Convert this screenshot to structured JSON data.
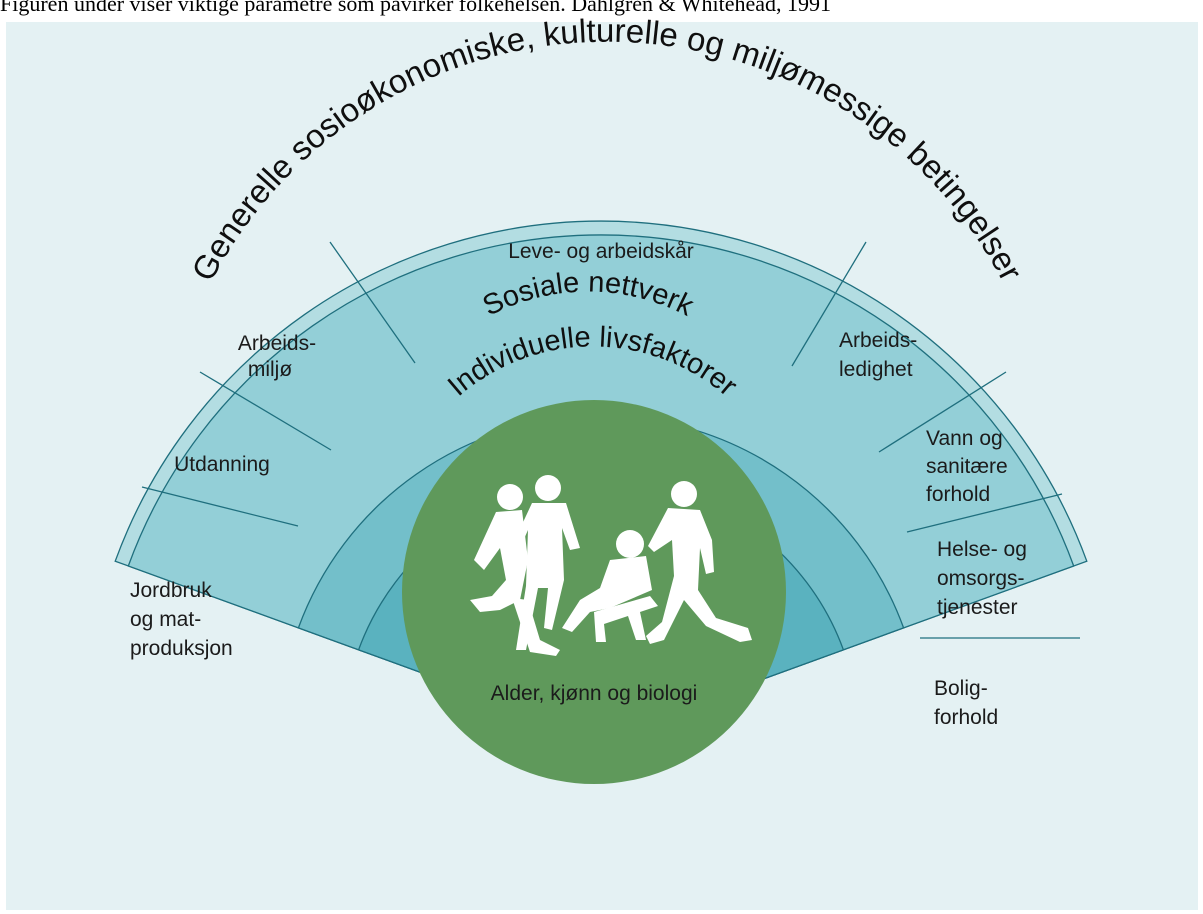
{
  "caption": "Figuren under viser viktige parametre som påvirker folkehelsen. Dahlgren & Whitehead, 1991",
  "colors": {
    "background": "#e4f1f3",
    "outer_ring": "#b3dde2",
    "sector_ring": "#93cfd7",
    "social_ring": "#73bfca",
    "individual_ring": "#5ab2bf",
    "core": "#5f995b",
    "borders": "#1f6f7e"
  },
  "rings": {
    "outer": "Generelle sosioøkonomiske, kulturelle og miljømessige betingelser",
    "conditions_title": "Leve- og arbeidskår",
    "social": "Sosiale nettverk",
    "individual": "Individuelle livsfaktorer",
    "core": "Alder, kjønn og biologi"
  },
  "sectors": {
    "left": [
      [
        "Arbeids-",
        "miljø"
      ],
      [
        "Utdanning"
      ],
      [
        "Jordbruk",
        "og mat-",
        "produksjon"
      ]
    ],
    "right": [
      [
        "Arbeids-",
        "ledighet"
      ],
      [
        "Vann og",
        "sanitære",
        "forhold"
      ],
      [
        "Helse- og",
        "omsorgs-",
        "tjenester"
      ],
      [
        "Bolig-",
        "forhold"
      ]
    ]
  },
  "core_icon": "people-silhouettes-icon"
}
